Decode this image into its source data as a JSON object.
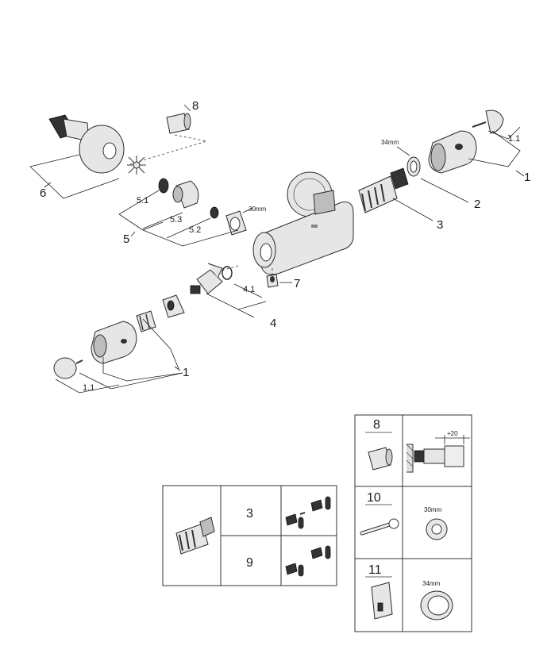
{
  "callouts": {
    "p8": "8",
    "p6": "6",
    "p5_1": "5.1",
    "p5_3": "5.3",
    "p5_2": "5.2",
    "p5": "5",
    "nut30": "30mm",
    "p34mm": "34mm",
    "p1_1_top": "1.1",
    "p1_top": "1",
    "p2": "2",
    "p3": "3",
    "p7": "7",
    "p4_1": "4.1",
    "p4": "4",
    "p1_bottom": "1",
    "p1_1_bottom": "1.1"
  },
  "cartridge_table": {
    "row_a": "3",
    "row_b": "9"
  },
  "accessory_table": {
    "item_8": "8",
    "item_10": "10",
    "item_11": "11",
    "extension": "+20",
    "nut_30": "30mm",
    "ring_34": "34mm"
  }
}
